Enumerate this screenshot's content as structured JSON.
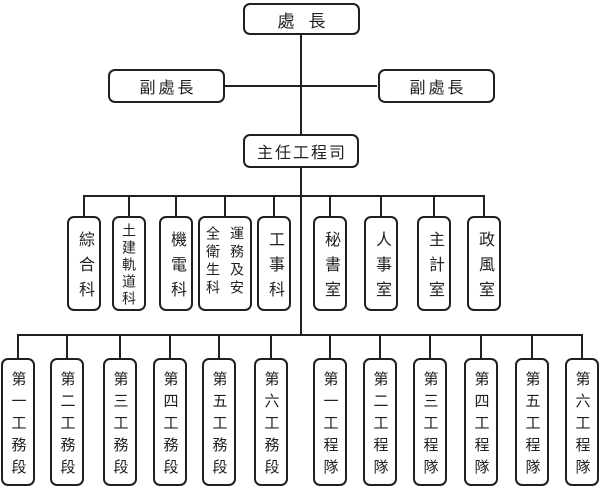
{
  "org": {
    "director": {
      "label": "處長"
    },
    "deputies": [
      {
        "label": "副處長"
      },
      {
        "label": "副處長"
      }
    ],
    "chief_engineer": {
      "label": "主任工程司"
    },
    "sections": [
      {
        "label": "綜合科"
      },
      {
        "label": "土建軌道科"
      },
      {
        "label": "機電科"
      },
      {
        "label": "運務及安全衛生科"
      },
      {
        "label": "工事科"
      },
      {
        "label": "秘書室"
      },
      {
        "label": "人事室"
      },
      {
        "label": "主計室"
      },
      {
        "label": "政風室"
      }
    ],
    "units": [
      {
        "label": "第一工務段"
      },
      {
        "label": "第二工務段"
      },
      {
        "label": "第三工務段"
      },
      {
        "label": "第四工務段"
      },
      {
        "label": "第五工務段"
      },
      {
        "label": "第六工務段"
      },
      {
        "label": "第一工程隊"
      },
      {
        "label": "第二工程隊"
      },
      {
        "label": "第三工程隊"
      },
      {
        "label": "第四工程隊"
      },
      {
        "label": "第五工程隊"
      },
      {
        "label": "第六工程隊"
      }
    ]
  },
  "colors": {
    "line": "#231f20",
    "background": "#ffffff"
  }
}
